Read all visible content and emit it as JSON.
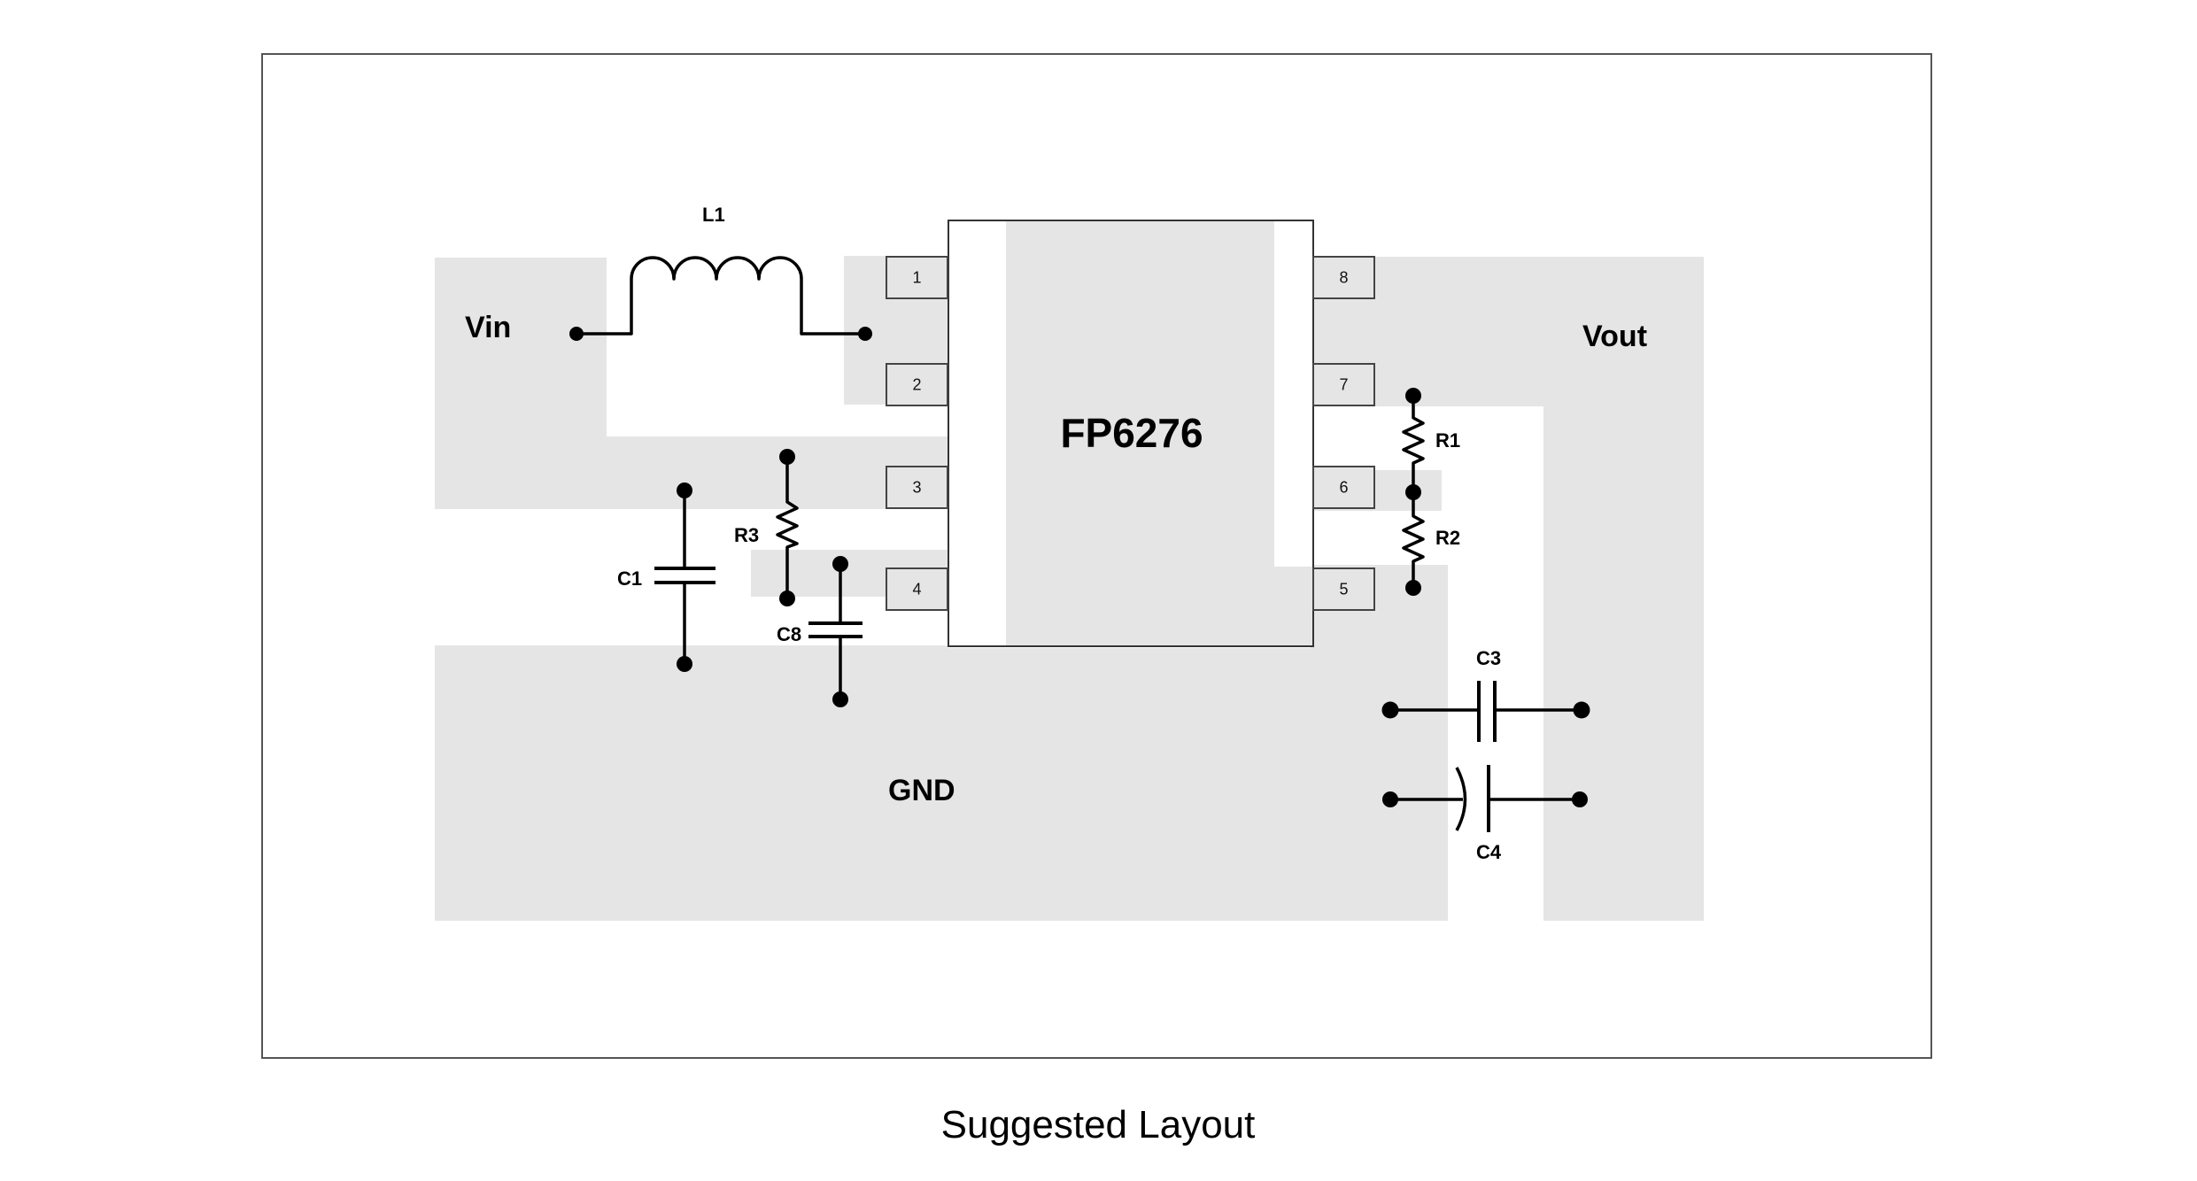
{
  "caption": "Suggested Layout",
  "ic": {
    "part_number": "FP6276",
    "pin_labels": [
      "1",
      "2",
      "3",
      "4",
      "5",
      "6",
      "7",
      "8"
    ]
  },
  "nets": {
    "vin": "Vin",
    "vout": "Vout",
    "gnd": "GND"
  },
  "components": {
    "inductor": "L1",
    "r1": "R1",
    "r2": "R2",
    "r3": "R3",
    "c1": "C1",
    "c3": "C3",
    "c4": "C4",
    "c8": "C8"
  },
  "colors": {
    "copper": "#e5e5e5",
    "ink": "#000000",
    "outline": "#555555"
  }
}
